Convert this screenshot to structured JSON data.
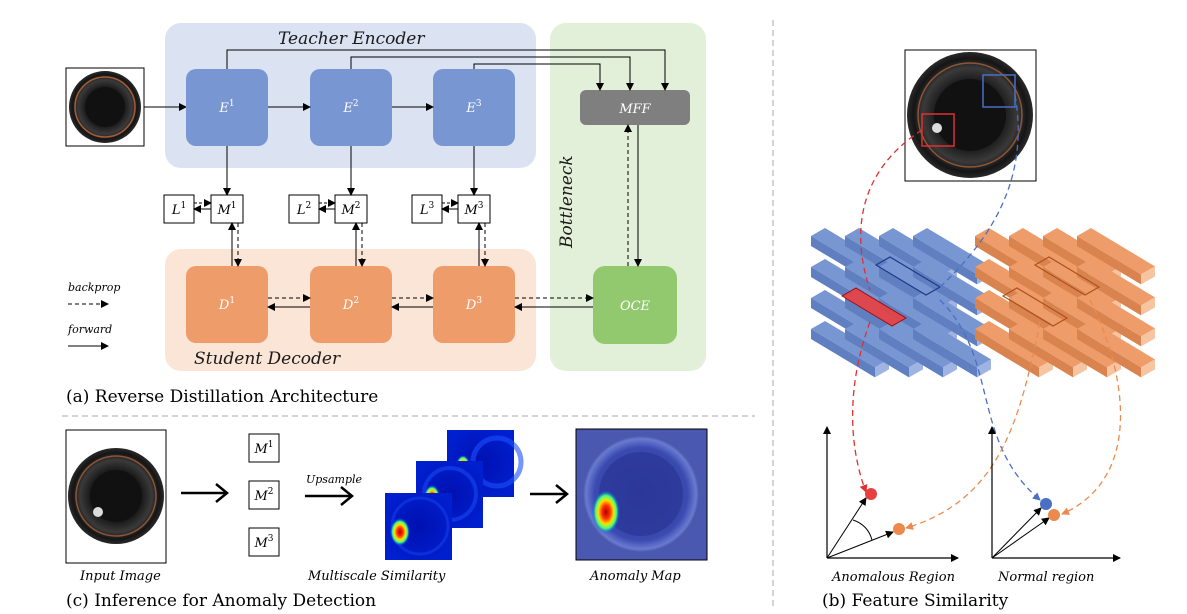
{
  "architecture": {
    "teacher_label": "Teacher Encoder",
    "student_label": "Student Decoder",
    "bottleneck_label": "Bottleneck",
    "caption": "(a) Reverse Distillation Architecture",
    "encoders": [
      "E",
      "E",
      "E"
    ],
    "encoder_sups": [
      "1",
      "2",
      "3"
    ],
    "decoders": [
      "D",
      "D",
      "D"
    ],
    "decoder_sups": [
      "1",
      "2",
      "3"
    ],
    "mff": "MFF",
    "oce": "OCE",
    "m_base": "M",
    "l_base": "L",
    "m_sups": [
      "1",
      "2",
      "3"
    ],
    "legend_backprop": "backprop",
    "legend_forward": "forward"
  },
  "inference": {
    "caption": "(c) Inference for Anomaly Detection",
    "input_label": "Input Image",
    "multiscale_label": "Multiscale Similarity",
    "anomaly_label": "Anomaly Map",
    "upsample": "Upsample",
    "m_base": "M",
    "m_sups": [
      "1",
      "2",
      "3"
    ]
  },
  "feature": {
    "caption": "(b) Feature Similarity",
    "anomalous_label": "Anomalous Region",
    "normal_label": "Normal region"
  },
  "colors": {
    "teacher_bg": "#dbe3f3",
    "student_bg": "#fbe5d6",
    "bottleneck_bg": "#e2efd9",
    "encoder": "#7896d2",
    "decoder": "#ee9c69",
    "mff": "#7f7f7f",
    "oce": "#93c96e",
    "anomaly_red": "#e03030",
    "normal_blue": "#4a6fc4",
    "normal_orange": "#ec8a4e"
  }
}
